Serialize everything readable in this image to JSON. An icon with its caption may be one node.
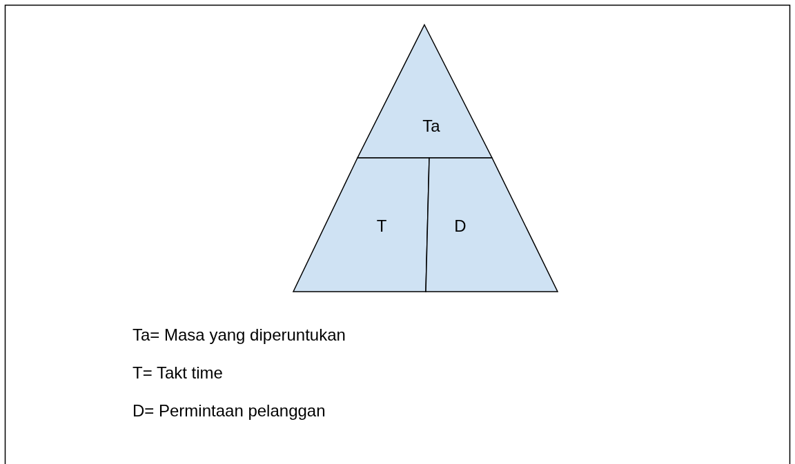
{
  "diagram": {
    "nodes": [
      {
        "text": [
          "Ta"
        ]
      },
      {
        "text": [
          "T"
        ]
      },
      {
        "text": [
          "D"
        ]
      }
    ],
    "labels": [
      "Ta= Masa yang diperuntukan",
      "T= Takt time",
      "D= Permintaan pelanggan"
    ]
  }
}
